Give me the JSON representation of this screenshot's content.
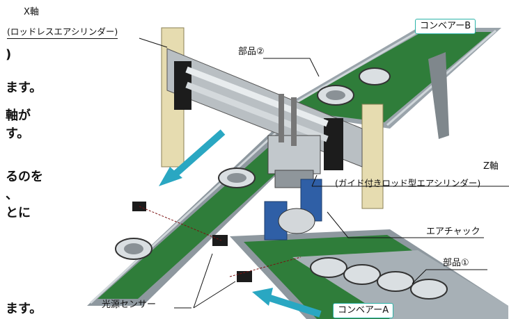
{
  "labels": {
    "x_axis_title": "X軸",
    "x_axis_sub": "(ロッドレスエアシリンダー)",
    "conveyor_b": "コンベアーB",
    "part2": "部品②",
    "z_axis_title": "Z軸",
    "z_axis_sub": "(ガイド付きロッド型エアシリンダー)",
    "air_chuck": "エアチャック",
    "part1": "部品①",
    "light_sensor": "光源センサー",
    "conveyor_a": "コンベアーA"
  },
  "cut_text": {
    "l1": ")",
    "l2": "ます。",
    "l3": "軸が",
    "l4": "す。",
    "l5": "るのを",
    "l6": "、",
    "l7": "とに",
    "l8": "ます。"
  },
  "colors": {
    "belt": "#2f7d3a",
    "accent": "#2bb3a8",
    "arrow": "#2aa7c2",
    "chuck": "#2f5fa6",
    "post": "#e6dcb0"
  }
}
